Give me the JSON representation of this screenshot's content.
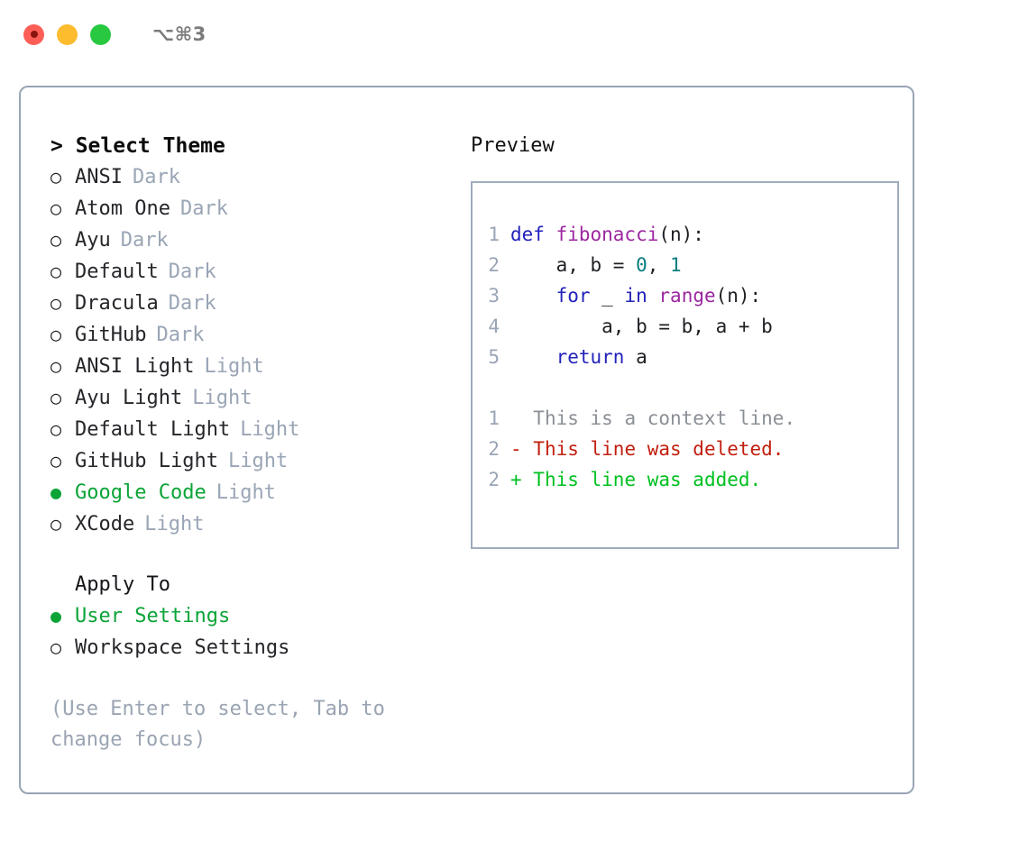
{
  "titlebar": {
    "shortcut": "⌥⌘3",
    "buttons": [
      {
        "name": "close-button",
        "color": "#fd5f57"
      },
      {
        "name": "minimize-button",
        "color": "#fcbc2e"
      },
      {
        "name": "maximize-button",
        "color": "#28c840"
      }
    ]
  },
  "left": {
    "heading": "> Select Theme",
    "themes": [
      {
        "marker": "○",
        "name": "ANSI",
        "category": "Dark",
        "selected": false
      },
      {
        "marker": "○",
        "name": "Atom One",
        "category": "Dark",
        "selected": false
      },
      {
        "marker": "○",
        "name": "Ayu",
        "category": "Dark",
        "selected": false
      },
      {
        "marker": "○",
        "name": "Default",
        "category": "Dark",
        "selected": false
      },
      {
        "marker": "○",
        "name": "Dracula",
        "category": "Dark",
        "selected": false
      },
      {
        "marker": "○",
        "name": "GitHub",
        "category": "Dark",
        "selected": false
      },
      {
        "marker": "○",
        "name": "ANSI Light",
        "category": "Light",
        "selected": false
      },
      {
        "marker": "○",
        "name": "Ayu Light",
        "category": "Light",
        "selected": false
      },
      {
        "marker": "○",
        "name": "Default Light",
        "category": "Light",
        "selected": false
      },
      {
        "marker": "○",
        "name": "GitHub Light",
        "category": "Light",
        "selected": false
      },
      {
        "marker": "●",
        "name": "Google Code",
        "category": "Light",
        "selected": true
      },
      {
        "marker": "○",
        "name": "XCode",
        "category": "Light",
        "selected": false
      }
    ],
    "apply_to_heading": "Apply To",
    "apply_to": [
      {
        "marker": "●",
        "name": "User Settings",
        "selected": true
      },
      {
        "marker": "○",
        "name": "Workspace Settings",
        "selected": false
      }
    ],
    "hint": "(Use Enter to select, Tab to change focus)"
  },
  "preview": {
    "title": "Preview",
    "code_lines": [
      {
        "lineno": "1",
        "tokens": [
          {
            "t": "def ",
            "k": "kw"
          },
          {
            "t": "fibonacci",
            "k": "fn"
          },
          {
            "t": "(n):",
            "k": "pl"
          }
        ]
      },
      {
        "lineno": "2",
        "tokens": [
          {
            "t": "    a, b = ",
            "k": "pl"
          },
          {
            "t": "0",
            "k": "num"
          },
          {
            "t": ", ",
            "k": "pl"
          },
          {
            "t": "1",
            "k": "num"
          }
        ]
      },
      {
        "lineno": "3",
        "tokens": [
          {
            "t": "    ",
            "k": "pl"
          },
          {
            "t": "for",
            "k": "kw"
          },
          {
            "t": " _ ",
            "k": "pl"
          },
          {
            "t": "in",
            "k": "kw"
          },
          {
            "t": " ",
            "k": "pl"
          },
          {
            "t": "range",
            "k": "fn"
          },
          {
            "t": "(n):",
            "k": "pl"
          }
        ]
      },
      {
        "lineno": "4",
        "tokens": [
          {
            "t": "        a, b = b, a + b",
            "k": "pl"
          }
        ]
      },
      {
        "lineno": "5",
        "tokens": [
          {
            "t": "    ",
            "k": "pl"
          },
          {
            "t": "return",
            "k": "kw"
          },
          {
            "t": " a",
            "k": "pl"
          }
        ]
      }
    ],
    "diff_lines": [
      {
        "lineno": "1",
        "prefix": "  ",
        "text": "This is a context line.",
        "kind": "ctx"
      },
      {
        "lineno": "2",
        "prefix": "- ",
        "text": "This line was deleted.",
        "kind": "del"
      },
      {
        "lineno": "2",
        "prefix": "+ ",
        "text": "This line was added.",
        "kind": "add"
      }
    ]
  },
  "colors": {
    "selected_green": "#0ba437",
    "muted": "#9aa5b5",
    "border": "#98a4b5",
    "keyword": "#2222bb",
    "function": "#9c27a0",
    "number": "#0a7d7d",
    "diff_deleted": "#c21f0f",
    "diff_added": "#00c020"
  }
}
